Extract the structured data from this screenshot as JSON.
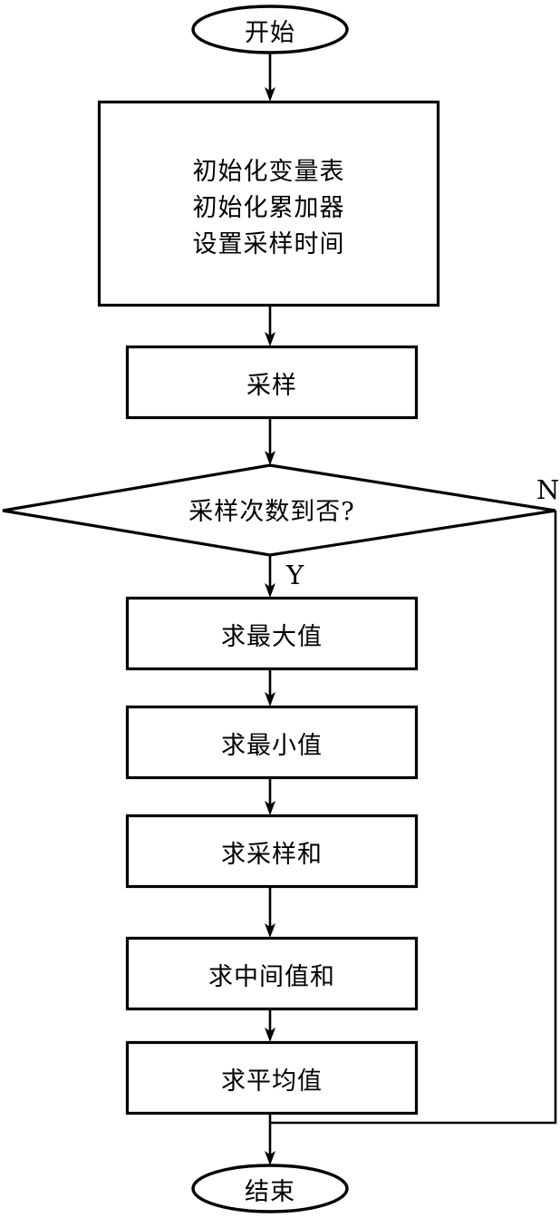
{
  "diagram": {
    "type": "flowchart",
    "orientation": "vertical",
    "language": "zh-CN",
    "background_color": "#ffffff",
    "line_color": "#000000",
    "nodes": [
      {
        "id": "start",
        "shape": "ellipse",
        "label": "开始"
      },
      {
        "id": "init",
        "shape": "process",
        "label_line1": "初始化变量表",
        "label_line2": "初始化累加器",
        "label_line3": "设置采样时间"
      },
      {
        "id": "sample",
        "shape": "process",
        "label": "采样"
      },
      {
        "id": "decide",
        "shape": "decision",
        "label": "采样次数到否?"
      },
      {
        "id": "max",
        "shape": "process",
        "label": "求最大值"
      },
      {
        "id": "min",
        "shape": "process",
        "label": "求最小值"
      },
      {
        "id": "sum",
        "shape": "process",
        "label": "求采样和"
      },
      {
        "id": "midsum",
        "shape": "process",
        "label": "求中间值和"
      },
      {
        "id": "avg",
        "shape": "process",
        "label": "求平均值"
      },
      {
        "id": "end",
        "shape": "ellipse",
        "label": "结束"
      }
    ],
    "branch_labels": {
      "yes": "Y",
      "no": "N"
    },
    "edges": [
      {
        "from": "start",
        "to": "init",
        "label": ""
      },
      {
        "from": "init",
        "to": "sample",
        "label": ""
      },
      {
        "from": "sample",
        "to": "decide",
        "label": ""
      },
      {
        "from": "decide",
        "to": "max",
        "label": "Y"
      },
      {
        "from": "decide",
        "to": "end",
        "label": "N"
      },
      {
        "from": "max",
        "to": "min",
        "label": ""
      },
      {
        "from": "min",
        "to": "sum",
        "label": ""
      },
      {
        "from": "sum",
        "to": "midsum",
        "label": ""
      },
      {
        "from": "midsum",
        "to": "avg",
        "label": ""
      },
      {
        "from": "avg",
        "to": "end",
        "label": ""
      }
    ]
  }
}
